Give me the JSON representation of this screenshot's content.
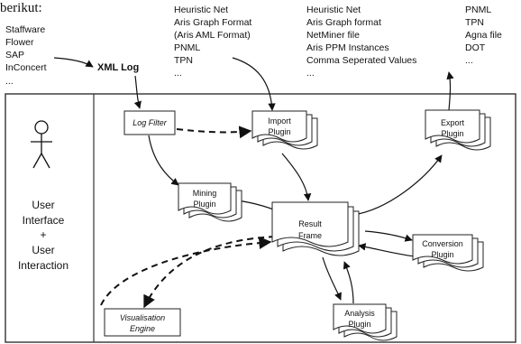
{
  "caption_fragment": "berikut:",
  "inputs": [
    "Staffware",
    "Flower",
    "SAP",
    "InConcert",
    "..."
  ],
  "xml_log": "XML Log",
  "import_formats": [
    "Heuristic Net",
    "Aris Graph Format",
    "(Aris AML Format)",
    "PNML",
    "TPN",
    "..."
  ],
  "export_formats_mid": [
    "Heuristic Net",
    "Aris Graph format",
    "NetMiner file",
    "Aris PPM Instances",
    "Comma Seperated Values",
    "..."
  ],
  "export_formats_right": [
    "PNML",
    "TPN",
    "Agna file",
    "DOT",
    "..."
  ],
  "user_side": {
    "line1": "User",
    "line2": "Interface",
    "line3": "+",
    "line4": "User",
    "line5": "Interaction"
  },
  "components": {
    "log_filter": "Log Filter",
    "import_plugin": [
      "Import",
      "Plugin"
    ],
    "export_plugin": [
      "Export",
      "Plugin"
    ],
    "mining_plugin": [
      "Mining",
      "Plugin"
    ],
    "result_frame": [
      "Result",
      "Frame"
    ],
    "conversion_plugin": [
      "Conversion",
      "Plugin"
    ],
    "analysis_plugin": [
      "Analysis",
      "Plugin"
    ],
    "visualisation_engine": [
      "Visualisation",
      "Engine"
    ]
  }
}
